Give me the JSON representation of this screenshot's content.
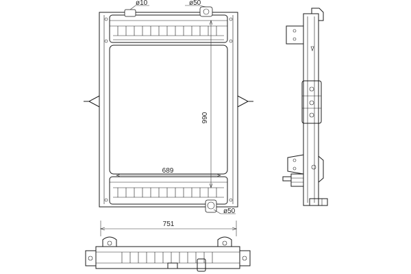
{
  "dimensions": {
    "inlet_diameter_left": "ø10",
    "inlet_diameter_right": "ø50",
    "core_height": "990",
    "core_width": "689",
    "outlet_diameter": "ø50",
    "overall_width": "751"
  },
  "colors": {
    "line": "#1a1a1a",
    "background": "#ffffff"
  }
}
